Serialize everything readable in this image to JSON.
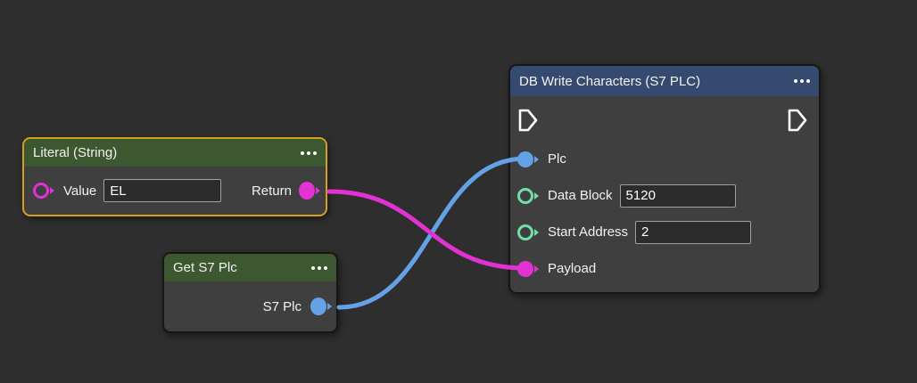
{
  "colors": {
    "canvas_bg": "#2e2e2e",
    "node_body": "#3f3f3f",
    "header_green": "#3d5830",
    "header_blue": "#36496e",
    "selected_border": "#d5a021",
    "wire_blue": "#64a2e8",
    "wire_magenta": "#e332d4",
    "port_mint_green": "#72dfa6",
    "exec_pin_white": "#ffffff"
  },
  "nodes": {
    "literal": {
      "title": "Literal (String)",
      "value_label": "Value",
      "value_input": "EL",
      "return_label": "Return"
    },
    "get_s7_plc": {
      "title": "Get S7 Plc",
      "output_label": "S7 Plc"
    },
    "db_write": {
      "title": "DB Write Characters (S7 PLC)",
      "plc_label": "Plc",
      "data_block_label": "Data Block",
      "data_block_value": "5120",
      "start_address_label": "Start Address",
      "start_address_value": "2",
      "payload_label": "Payload"
    }
  },
  "wires": {
    "blue": "Get S7 Plc → DB Write Characters.Plc",
    "magenta": "Literal (String).Return → DB Write Characters.Payload"
  }
}
